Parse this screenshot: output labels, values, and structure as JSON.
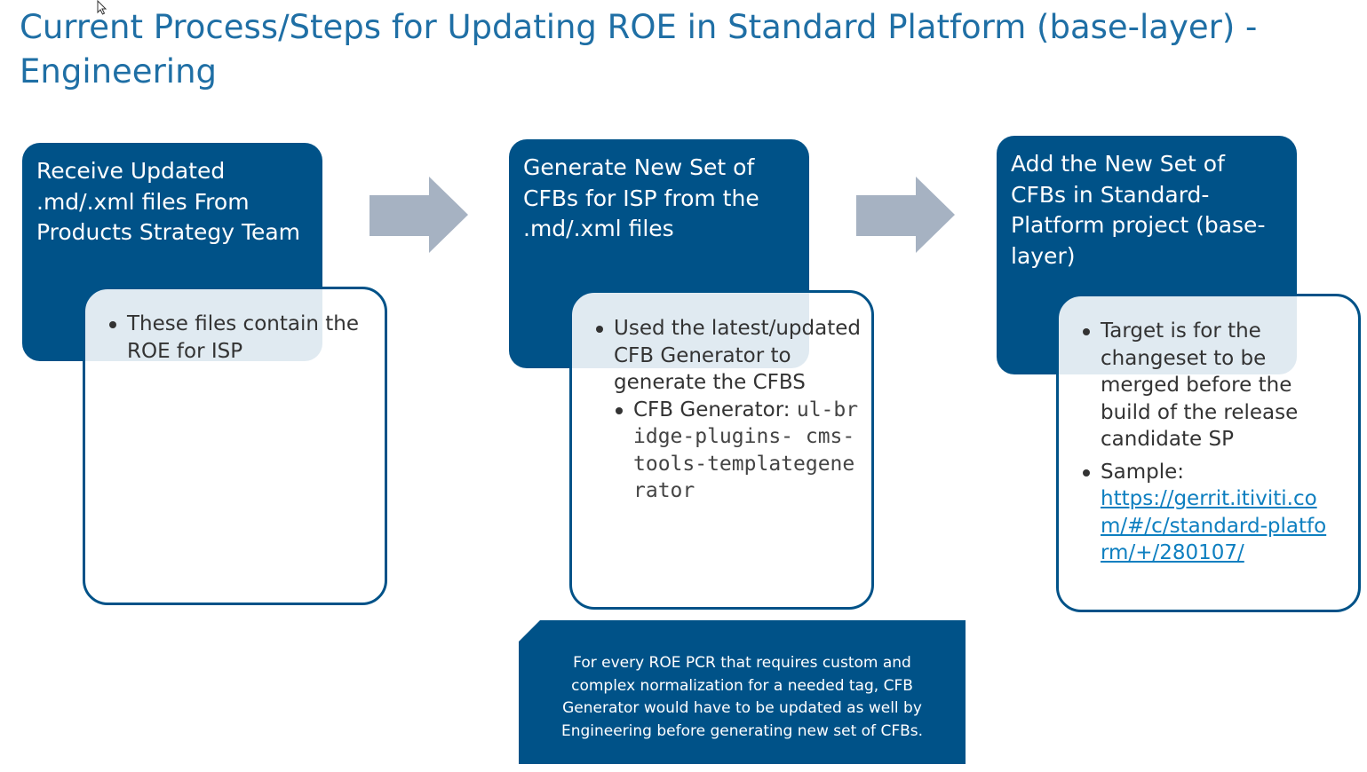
{
  "title": "Current Process/Steps for Updating ROE in Standard Platform (base-layer) - Engineering",
  "steps": [
    {
      "heading": "Receive Updated .md/.xml files From Products Strategy Team",
      "bullets": [
        "These files contain the ROE for ISP"
      ]
    },
    {
      "heading": "Generate New Set of CFBs for ISP from the .md/.xml files",
      "bullets": [
        "Used the latest/updated CFB Generator to generate the CFBS"
      ],
      "sub_label": "CFB Generator:",
      "sub_code": "ul-bridge-plugins- cms-tools-templategenerator"
    },
    {
      "heading": "Add the New Set of CFBs in Standard-Platform project (base-layer)",
      "bullets": [
        "Target is for the changeset to be merged before the build of the release candidate SP"
      ],
      "sample_label": "Sample:",
      "sample_link": "https://gerrit.itiviti.com/#/c/standard-platform/+/280107/"
    }
  ],
  "note": "For every ROE PCR that requires custom and complex normalization for a needed tag, CFB Generator would have to be updated as well by Engineering before generating new set of CFBs.",
  "colors": {
    "title": "#1f6fa5",
    "box_fill": "#005288",
    "arrow": "#a6b2c2",
    "link": "#0e7fc0"
  }
}
